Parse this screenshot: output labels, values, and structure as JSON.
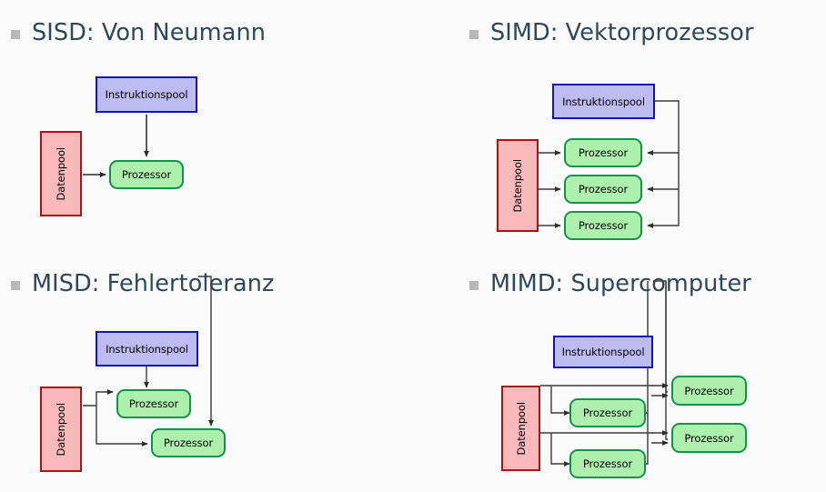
{
  "slide": {
    "background_color": "#fafafa",
    "heading_color": "#2f4858",
    "bullet_color": "#b8b8b8"
  },
  "palette": {
    "instruction_fill": "#bcbcf0",
    "instruction_border": "#1414b4",
    "data_fill": "#f7b9b9",
    "data_border": "#a81414",
    "processor_fill": "#adf0ad",
    "processor_border": "#149149",
    "connector": "#3a3a3a"
  },
  "quadrants": [
    {
      "id": "sisd",
      "heading": "SISD: Von Neumann",
      "nodes": {
        "instruction_pool": "Instruktionspool",
        "data_pool": "Datenpool",
        "processors": [
          "Prozessor"
        ]
      }
    },
    {
      "id": "simd",
      "heading": "SIMD: Vektorprozessor",
      "nodes": {
        "instruction_pool": "Instruktionspool",
        "data_pool": "Datenpool",
        "processors": [
          "Prozessor",
          "Prozessor",
          "Prozessor"
        ]
      }
    },
    {
      "id": "misd",
      "heading": "MISD: Fehlertoleranz",
      "nodes": {
        "instruction_pool": "Instruktionspool",
        "data_pool": "Datenpool",
        "processors": [
          "Prozessor",
          "Prozessor"
        ]
      }
    },
    {
      "id": "mimd",
      "heading": "MIMD: Supercomputer",
      "nodes": {
        "instruction_pool": "Instruktionspool",
        "data_pool": "Datenpool",
        "processors": [
          "Prozessor",
          "Prozessor",
          "Prozessor",
          "Prozessor"
        ]
      }
    }
  ]
}
